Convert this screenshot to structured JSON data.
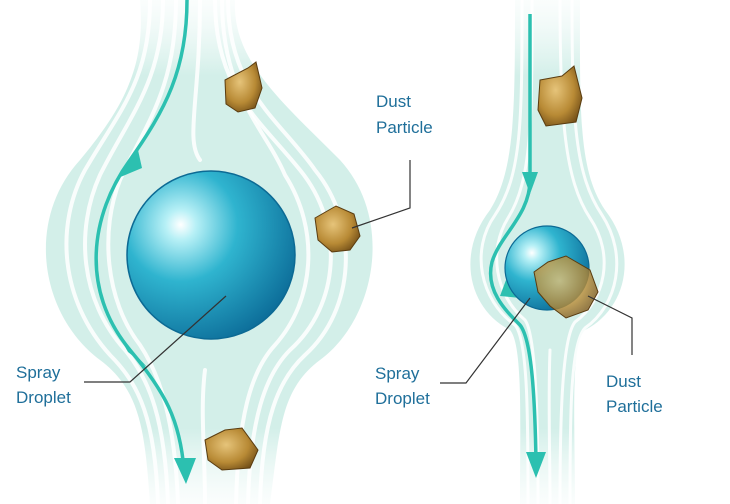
{
  "left_diagram": {
    "dust_label": {
      "line1": "Dust",
      "line2": "Particle"
    },
    "droplet_label": {
      "line1": "Spray",
      "line2": "Droplet"
    }
  },
  "right_diagram": {
    "dust_label": {
      "line1": "Dust",
      "line2": "Particle"
    },
    "droplet_label": {
      "line1": "Spray",
      "line2": "Droplet"
    }
  },
  "colors": {
    "flow_band": "#d5efea",
    "flow_line": "#ffffff",
    "arrow": "#2cc0b0",
    "droplet": "#1fa1c4",
    "particle": "#b58a3a",
    "label_text": "#1f6f9a",
    "leader_line": "#333333"
  }
}
